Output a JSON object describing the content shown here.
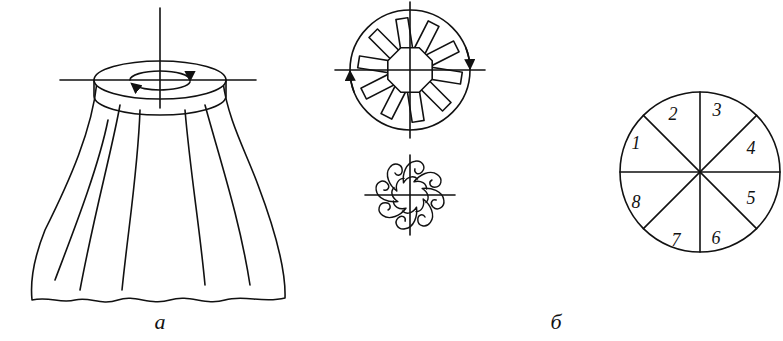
{
  "diagram": {
    "labels": [
      "а",
      "б",
      "1",
      "2",
      "3",
      "4",
      "5",
      "6",
      "7",
      "8"
    ]
  }
}
